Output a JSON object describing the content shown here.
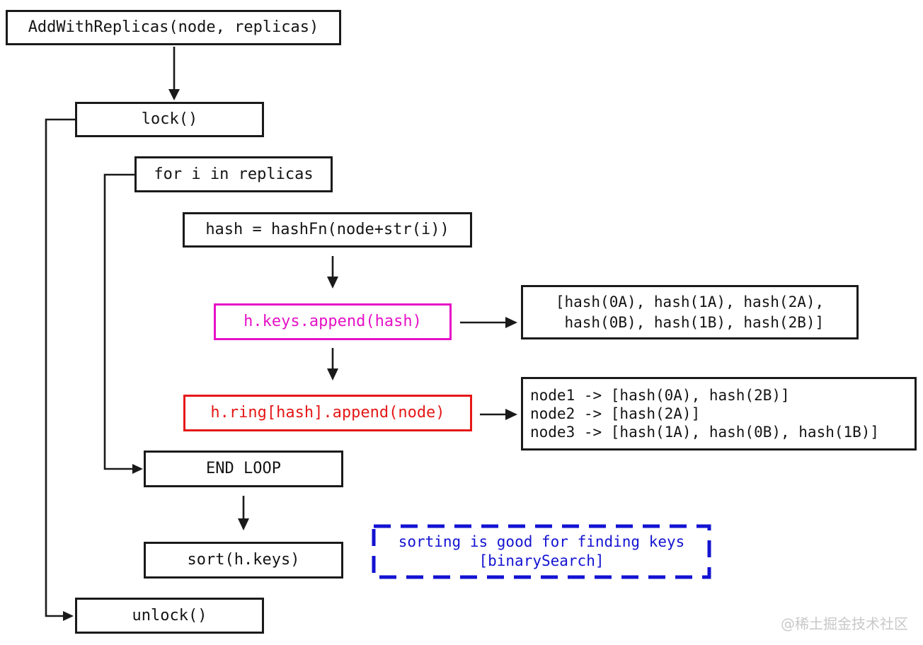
{
  "diagram": {
    "nodes": {
      "add": {
        "label": "AddWithReplicas(node, replicas)"
      },
      "lock": {
        "label": "lock()"
      },
      "for_loop": {
        "label": "for i in replicas"
      },
      "hash": {
        "label": "hash = hashFn(node+str(i))"
      },
      "keys_append": {
        "label": "h.keys.append(hash)"
      },
      "hash_list": {
        "line1": "[hash(0A), hash(1A), hash(2A),",
        "line2": " hash(0B), hash(1B), hash(2B)]"
      },
      "ring_append": {
        "label": "h.ring[hash].append(node)"
      },
      "node_map": {
        "line1": "node1 -> [hash(0A), hash(2B)]",
        "line2": "node2 -> [hash(2A)]",
        "line3": "node3 -> [hash(1A), hash(0B), hash(1B)]"
      },
      "end_loop": {
        "label": "END LOOP"
      },
      "sort": {
        "label": "sort(h.keys)"
      },
      "note": {
        "line1": "sorting is good for finding keys",
        "line2": "[binarySearch]"
      },
      "unlock": {
        "label": "unlock()"
      }
    },
    "watermark": "@稀土掘金技术社区",
    "colors": {
      "border": "#1a1a1a",
      "magenta": "#e611c6",
      "red": "#e51717",
      "blue": "#1313d2",
      "watermark": "#c8c8c8",
      "background": "#ffffff"
    }
  }
}
